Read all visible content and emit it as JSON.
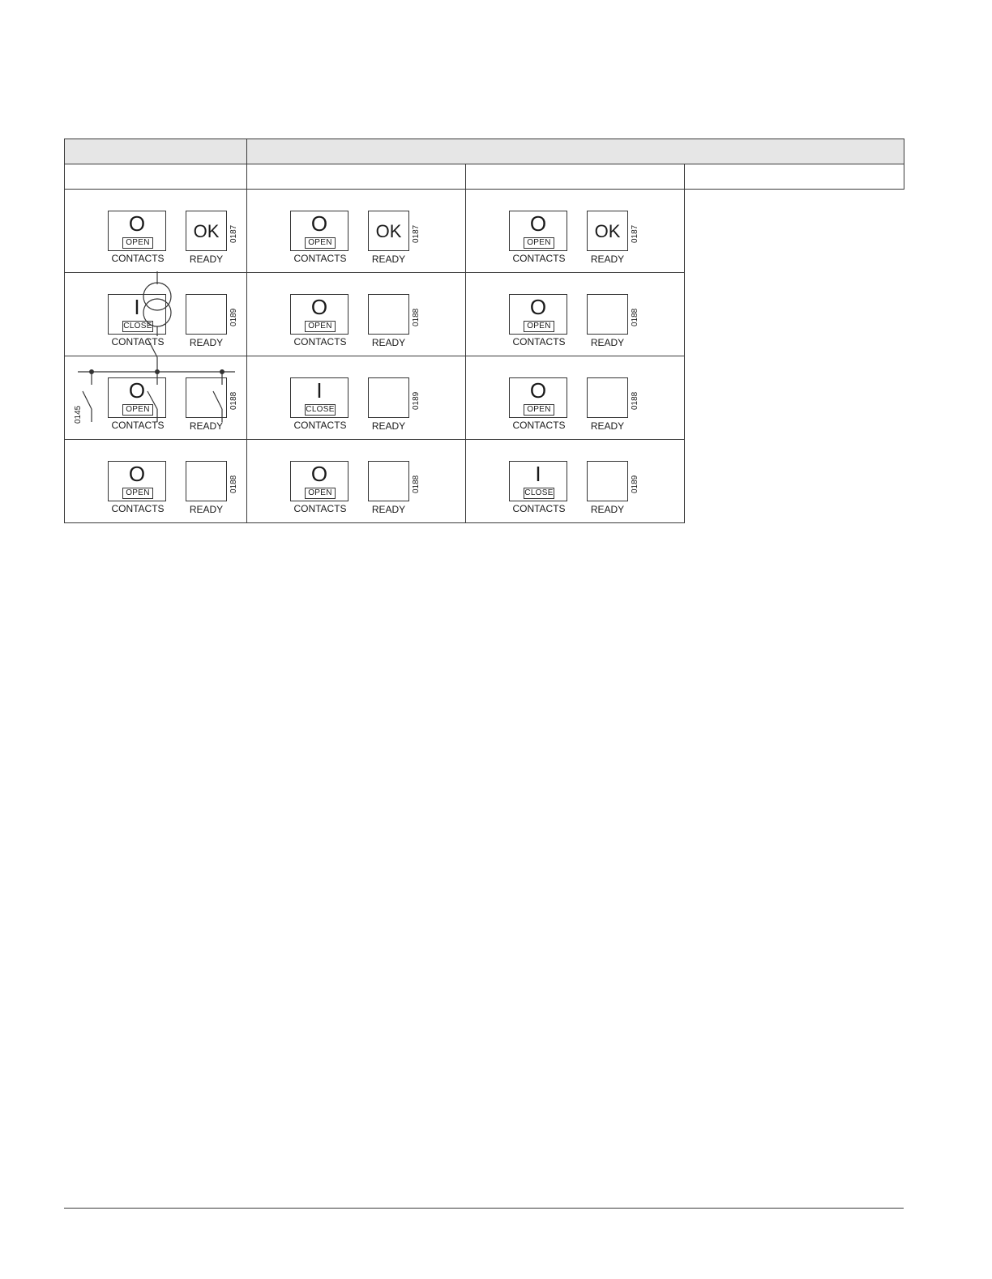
{
  "table": {
    "header_left": "",
    "header_right": "",
    "columns": [
      "",
      "",
      ""
    ],
    "diagram_code": "0145",
    "rows": [
      [
        {
          "symbol": "O",
          "state": "OPEN",
          "contacts": "CONTACTS",
          "ready_symbol": "OK",
          "ready": "READY",
          "code": "0187"
        },
        {
          "symbol": "O",
          "state": "OPEN",
          "contacts": "CONTACTS",
          "ready_symbol": "OK",
          "ready": "READY",
          "code": "0187"
        },
        {
          "symbol": "O",
          "state": "OPEN",
          "contacts": "CONTACTS",
          "ready_symbol": "OK",
          "ready": "READY",
          "code": "0187"
        }
      ],
      [
        {
          "symbol": "I",
          "state": "CLOSE",
          "contacts": "CONTACTS",
          "ready_symbol": "",
          "ready": "READY",
          "code": "0189"
        },
        {
          "symbol": "O",
          "state": "OPEN",
          "contacts": "CONTACTS",
          "ready_symbol": "",
          "ready": "READY",
          "code": "0188"
        },
        {
          "symbol": "O",
          "state": "OPEN",
          "contacts": "CONTACTS",
          "ready_symbol": "",
          "ready": "READY",
          "code": "0188"
        }
      ],
      [
        {
          "symbol": "O",
          "state": "OPEN",
          "contacts": "CONTACTS",
          "ready_symbol": "",
          "ready": "READY",
          "code": "0188"
        },
        {
          "symbol": "I",
          "state": "CLOSE",
          "contacts": "CONTACTS",
          "ready_symbol": "",
          "ready": "READY",
          "code": "0189"
        },
        {
          "symbol": "O",
          "state": "OPEN",
          "contacts": "CONTACTS",
          "ready_symbol": "",
          "ready": "READY",
          "code": "0188"
        }
      ],
      [
        {
          "symbol": "O",
          "state": "OPEN",
          "contacts": "CONTACTS",
          "ready_symbol": "",
          "ready": "READY",
          "code": "0188"
        },
        {
          "symbol": "O",
          "state": "OPEN",
          "contacts": "CONTACTS",
          "ready_symbol": "",
          "ready": "READY",
          "code": "0188"
        },
        {
          "symbol": "I",
          "state": "CLOSE",
          "contacts": "CONTACTS",
          "ready_symbol": "",
          "ready": "READY",
          "code": "0189"
        }
      ]
    ]
  }
}
